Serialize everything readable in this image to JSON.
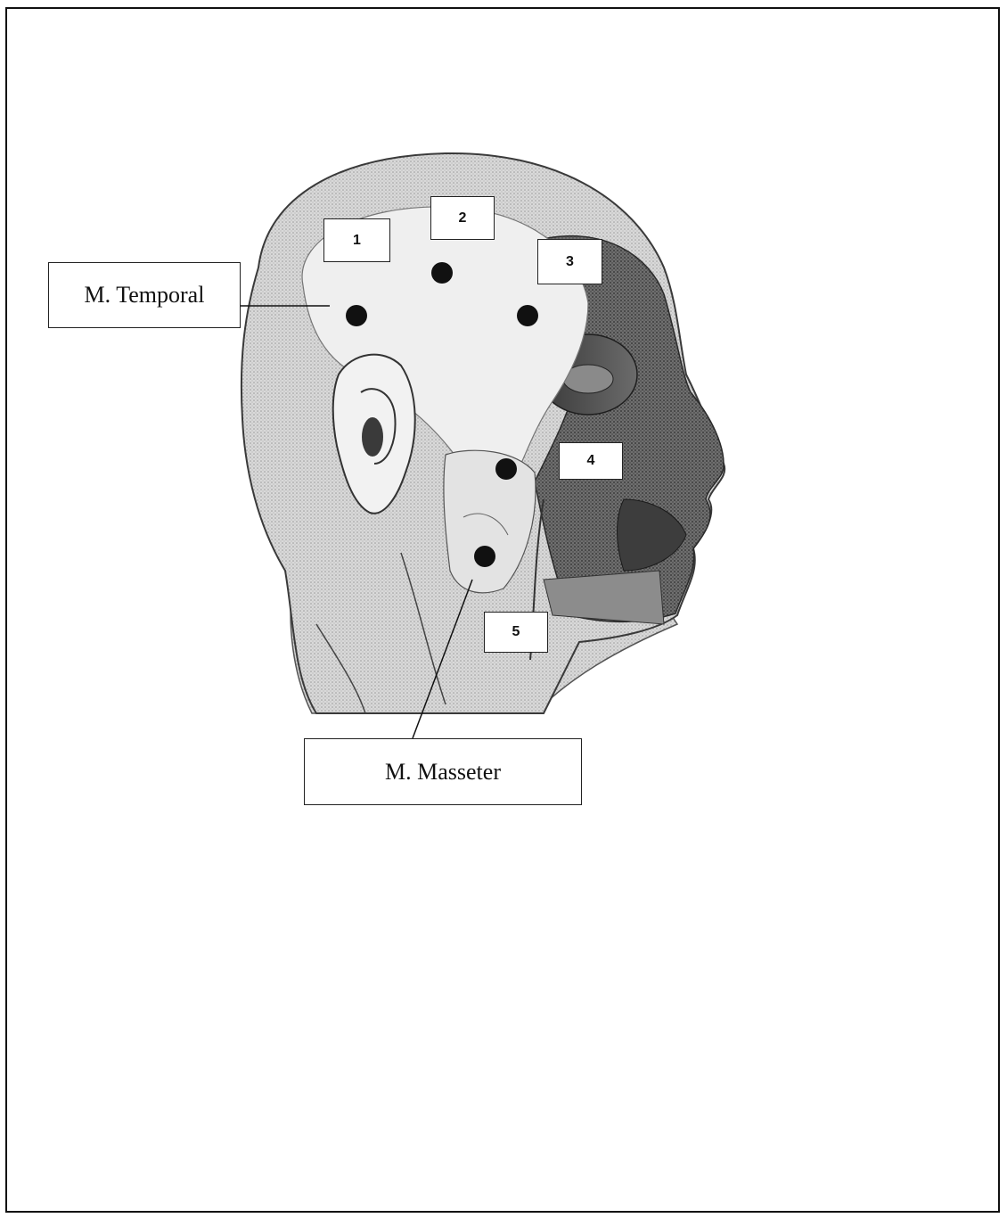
{
  "figure": {
    "labels": {
      "temporal": "M. Temporal",
      "masseter": "M. Masseter"
    },
    "points": [
      "1",
      "2",
      "3",
      "4",
      "5"
    ],
    "colors": {
      "ink": "#111111",
      "skin_light": "#e9e9e9",
      "skin_mid": "#bdbdbd",
      "shadow": "#5a5a5a",
      "dark": "#262626"
    }
  }
}
